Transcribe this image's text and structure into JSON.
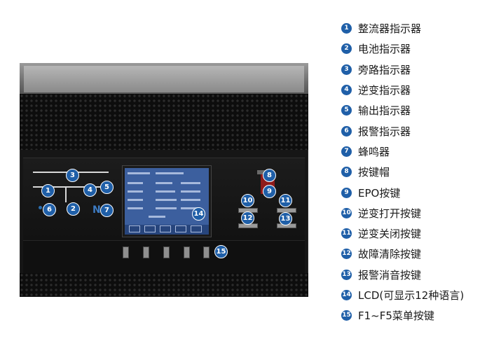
{
  "callouts": [
    "1",
    "2",
    "3",
    "4",
    "5",
    "6",
    "7",
    "8",
    "9",
    "10",
    "11",
    "12",
    "13",
    "14",
    "15"
  ],
  "legend": [
    {
      "num": "1",
      "text": "整流器指示器"
    },
    {
      "num": "2",
      "text": "电池指示器"
    },
    {
      "num": "3",
      "text": "旁路指示器"
    },
    {
      "num": "4",
      "text": "逆变指示器"
    },
    {
      "num": "5",
      "text": "输出指示器"
    },
    {
      "num": "6",
      "text": "报警指示器"
    },
    {
      "num": "7",
      "text": "蜂鸣器"
    },
    {
      "num": "8",
      "text": "按键帽"
    },
    {
      "num": "9",
      "text": "EPO按键"
    },
    {
      "num": "10",
      "text": "逆变打开按键"
    },
    {
      "num": "11",
      "text": "逆变关闭按键"
    },
    {
      "num": "12",
      "text": "故障清除按键"
    },
    {
      "num": "13",
      "text": "报警消音按键"
    },
    {
      "num": "14",
      "text": "LCD(可显示12种语言)"
    },
    {
      "num": "15",
      "text": "F1~F5菜单按键"
    }
  ],
  "colors": {
    "callout": "#1f5fa8",
    "epo": "#8e1b1b",
    "lcd": "#3c5f9e",
    "panel": "#161616"
  },
  "icons": {
    "buzzer": "buzzer-icon",
    "epo": "epo-cover-icon"
  }
}
